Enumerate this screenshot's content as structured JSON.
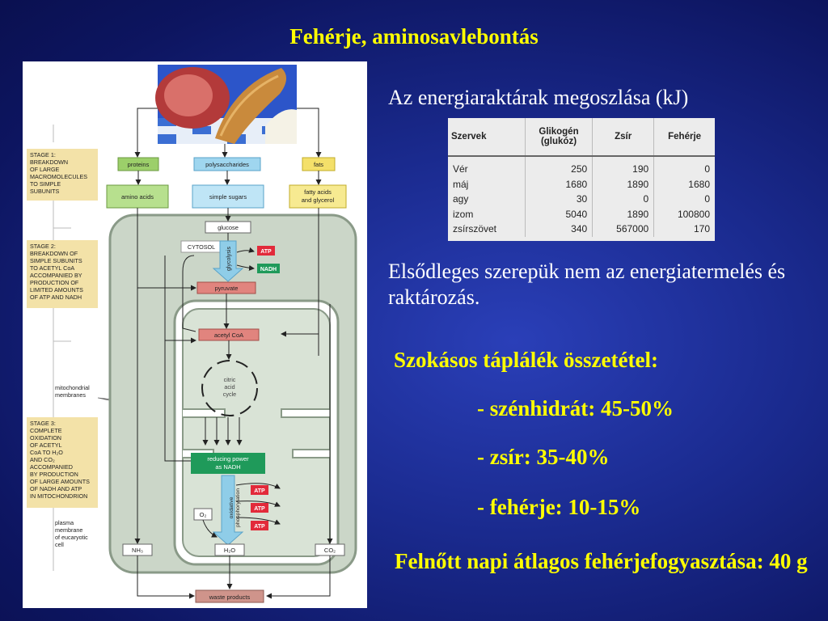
{
  "slide": {
    "title": "Fehérje, aminosavlebontás",
    "energy_heading": "Az energiaraktárak megoszlása (kJ)",
    "role_text": "Elsődleges szerepük nem az energiatermelés és raktározás.",
    "diet_heading": "Szokásos táplálék összetétel:",
    "diet_items": [
      "- szénhidrát: 45-50%",
      "- zsír: 35-40%",
      "- fehérje: 10-15%"
    ],
    "adult_text": "Felnőtt napi átlagos fehérjefogyasztása: 40 g"
  },
  "table": {
    "headers": [
      "Szervek",
      "Glikogén\n(glukóz)",
      "Zsír",
      "Fehérje"
    ],
    "rows": [
      [
        "Vér",
        "250",
        "190",
        "0"
      ],
      [
        "máj",
        "1680",
        "1890",
        "1680"
      ],
      [
        "agy",
        "30",
        "0",
        "0"
      ],
      [
        "izom",
        "5040",
        "1890",
        "100800"
      ],
      [
        "zsírszövet",
        "340",
        "567000",
        "170"
      ]
    ]
  },
  "diagram": {
    "stage1": [
      "STAGE 1:",
      "BREAKDOWN",
      "OF LARGE",
      "MACROMOLECULES",
      "TO SIMPLE",
      "SUBUNITS"
    ],
    "stage2": [
      "STAGE 2:",
      "BREAKDOWN OF",
      "SIMPLE SUBUNITS",
      "TO ACETYL CoA",
      "ACCOMPANIED BY",
      "PRODUCTION OF",
      "LIMITED AMOUNTS",
      "OF ATP AND NADH"
    ],
    "stage3": [
      "STAGE 3:",
      "COMPLETE",
      "OXIDATION",
      "OF ACETYL",
      "CoA TO H₂O",
      "AND CO₂",
      "ACCOMPANIED",
      "BY PRODUCTION",
      "OF LARGE AMOUNTS",
      "OF NADH AND ATP",
      "IN MITOCHONDRION"
    ],
    "mito_membranes": [
      "mitochondrial",
      "membranes"
    ],
    "plasma_membrane": [
      "plasma",
      "membrane",
      "of eucaryotic",
      "cell"
    ],
    "proteins": "proteins",
    "polysaccharides": "polysaccharides",
    "fats": "fats",
    "amino_acids": "amino acids",
    "simple_sugars": "simple sugars",
    "fatty_acids": [
      "fatty acids",
      "and glycerol"
    ],
    "glucose": "glucose",
    "cytosol": "CYTOSOL",
    "glycolysis": "glycolysis",
    "atp": "ATP",
    "nadh": "NADH",
    "pyruvate": "pyruvate",
    "acetyl_coa": "acetyl CoA",
    "citric_acid_cycle": [
      "citric",
      "acid",
      "cycle"
    ],
    "reducing_power": [
      "reducing power",
      "as NADH"
    ],
    "oxidative_phosphorylation": [
      "oxidative",
      "phosphorylation"
    ],
    "o2": "O₂",
    "nh3": "NH₃",
    "h2o": "H₂O",
    "co2": "CO₂",
    "waste_products": "waste products"
  },
  "colors": {
    "title_text": "#ffff00",
    "background": "#1a2a8e",
    "body_text": "#ffffff",
    "stage_label_bg": "#f3e2a8",
    "protein_box": "#9ccf6a",
    "sugar_box": "#9fd6ef",
    "fat_box": "#f4e06a",
    "cell_fill": "#cbd6c8",
    "pyruvate_box": "#e1847e",
    "reducing_box": "#1f9a5a",
    "atp_box": "#e22a3a",
    "waste_box": "#cf948b"
  }
}
